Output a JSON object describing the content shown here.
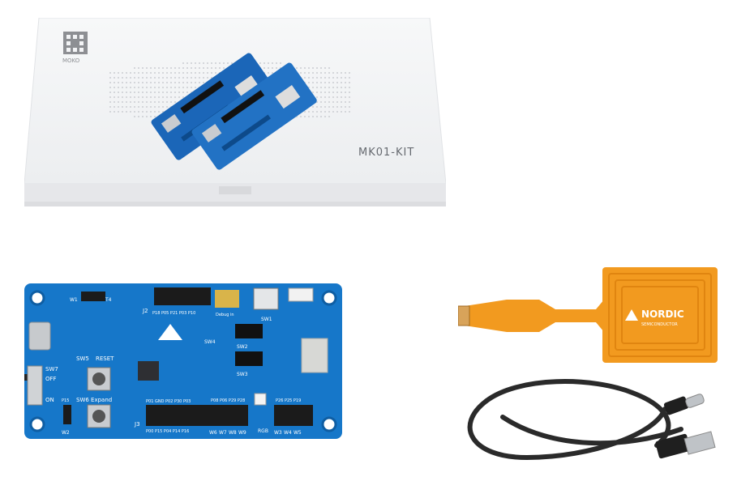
{
  "box": {
    "brand_logo_text": "MOKO",
    "model_label": "MK01-KIT",
    "colors": {
      "box": "#f3f4f6",
      "box_shadow": "#d9dadd"
    }
  },
  "main_board": {
    "colors": {
      "pcb": "#1677c9",
      "pcb_dark": "#0f5ea3",
      "silk": "#ffffff"
    },
    "labels": {
      "sw5": "SW5",
      "reset": "RESET",
      "sw6_expand": "SW6 Expand",
      "sw7": "SW7",
      "off": "OFF",
      "on": "ON",
      "j2": "J2",
      "j3": "J3",
      "pins_top": "P18 P05 P21 P03 P10",
      "pins_j3_top": "P01 GND P02 P30 P03",
      "pins_j3_bottom": "P00 P15 P04 P14 P16",
      "pins_right": "P08 P06 P29 P28",
      "pins_right2": "P26 P25 P19",
      "debug_in": "Debug in",
      "w_labels": [
        "W2",
        "W6",
        "W7",
        "W8",
        "W9",
        "W3",
        "W4",
        "W5"
      ],
      "rgb": "RGB",
      "p15": "P15",
      "w1": "W1",
      "t4": "T4",
      "sw4": "SW4",
      "sw2": "SW2",
      "sw3": "SW3",
      "sw1": "SW1"
    }
  },
  "nfc_antenna": {
    "brand": "NORDIC",
    "sub": "SEMICONDUCTOR",
    "colors": {
      "flex": "#f29a1f",
      "coil": "#e08510"
    }
  },
  "usb_cable": {
    "colors": {
      "cable": "#2a2a2a",
      "metal": "#bfc3c7"
    }
  }
}
